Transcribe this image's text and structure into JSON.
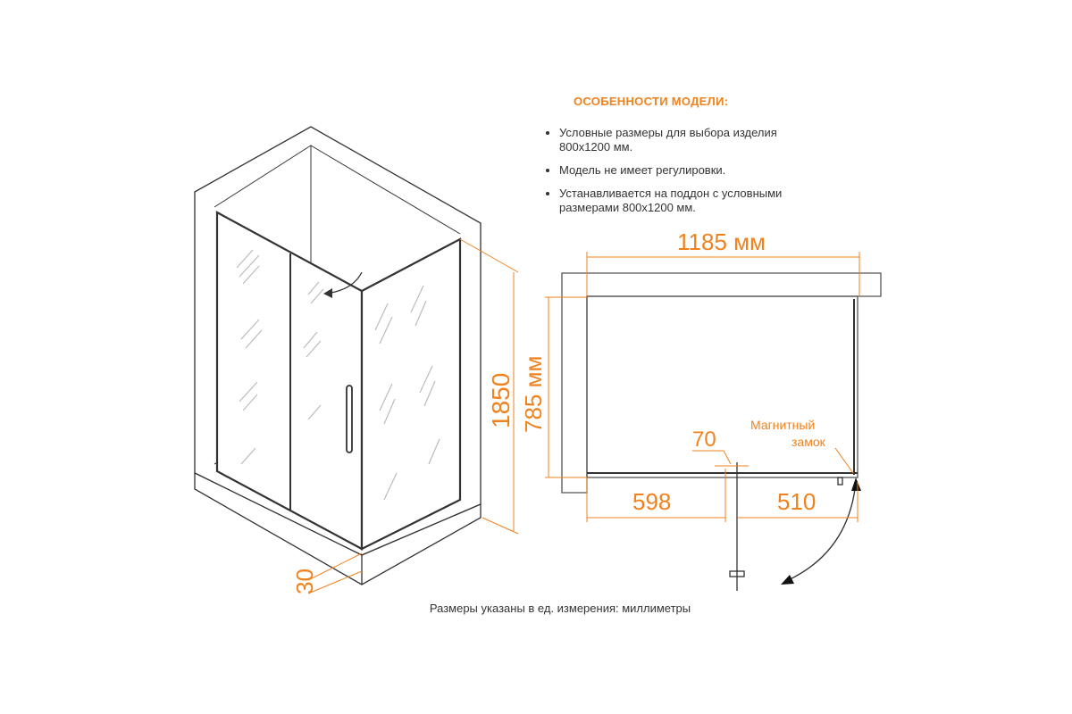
{
  "features": {
    "title": "ОСОБЕННОСТИ МОДЕЛИ:",
    "items": [
      "Условные размеры для выбора изделия 800х1200 мм.",
      "Модель не имеет регулировки.",
      "Устанавливается на поддон с условными размерами 800х1200 мм."
    ]
  },
  "iso_view": {
    "height_label": "1850",
    "tray_label": "30"
  },
  "plan_view": {
    "width_label": "1185 мм",
    "depth_label": "785 мм",
    "overlap_label": "70",
    "left_label": "598",
    "right_label": "510",
    "lock_label_line1": "Магнитный",
    "lock_label_line2": "замок"
  },
  "footer": "Размеры указаны в ед. измерения: миллиметры",
  "colors": {
    "accent": "#f0821e",
    "line": "#333333"
  }
}
